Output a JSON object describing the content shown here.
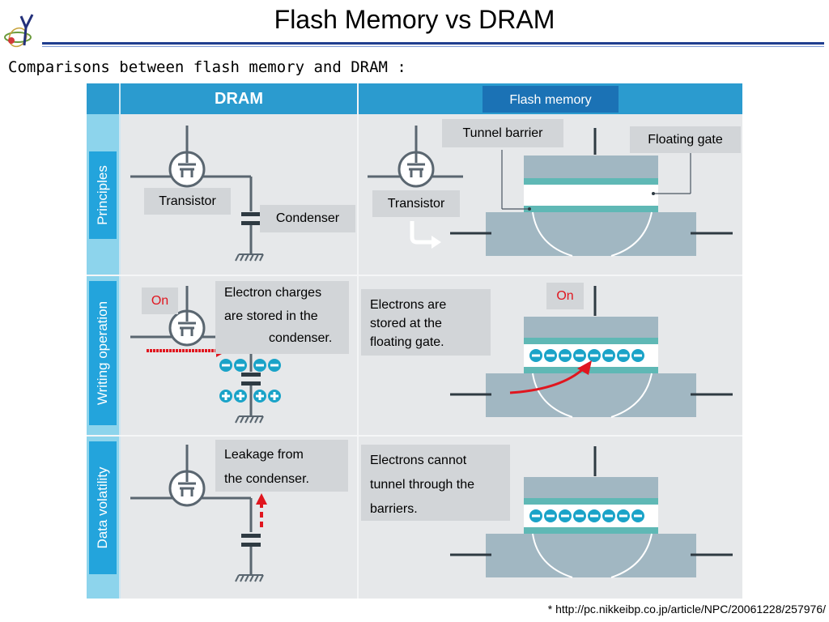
{
  "title": "Flash Memory vs DRAM",
  "subtitle": "Comparisons between flash memory and DRAM :",
  "columns": {
    "dram": "DRAM",
    "flash": "Flash memory"
  },
  "rows": {
    "principles": "Principles",
    "writing": "Writing operation",
    "volatility": "Data volatility"
  },
  "labels": {
    "transistor_dram": "Transistor",
    "condenser": "Condenser",
    "transistor_flash": "Transistor",
    "tunnel_barrier": "Tunnel barrier",
    "floating_gate": "Floating gate",
    "on_dram": "On",
    "on_flash": "On",
    "electron_charges_1": "Electron charges",
    "electron_charges_2": "are stored in the",
    "electron_charges_3": "condenser.",
    "electrons_stored_1": "Electrons are",
    "electrons_stored_2": "stored at the",
    "electrons_stored_3": "floating gate.",
    "leakage_1": "Leakage from",
    "leakage_2": "the condenser.",
    "cannot_tunnel_1": "Electrons cannot",
    "cannot_tunnel_2": "tunnel through the",
    "cannot_tunnel_3": "barriers."
  },
  "footnote": "* http://pc.nikkeibp.co.jp/article/NPC/20061228/257976/",
  "colors": {
    "header": "#2b9bcf",
    "side_light": "#8dd4ec",
    "side_label": "#23a4dc",
    "cell": "#e6e8ea",
    "gate_block": "#a1b7c2",
    "barrier_teal": "#5fb8b5",
    "electron": "#1aa3c8",
    "arrow_red": "#e0161f",
    "title_rule": "#1f3d8f"
  }
}
